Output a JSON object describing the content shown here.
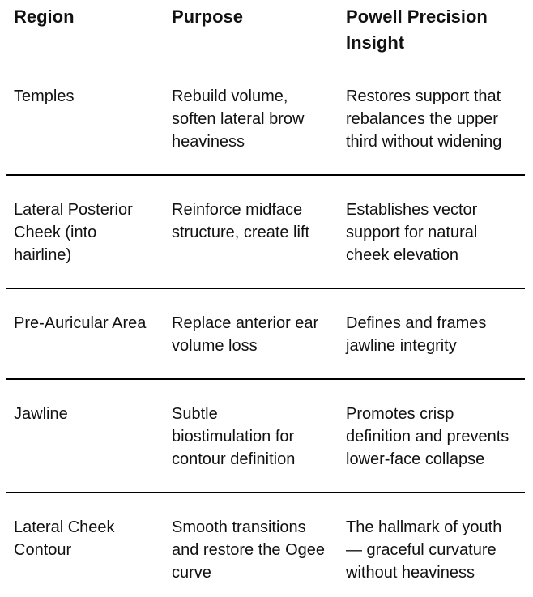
{
  "table": {
    "colors": {
      "text": "#111111",
      "rule": "#000000",
      "background": "#ffffff"
    },
    "columns": [
      {
        "label": [
          "Region"
        ]
      },
      {
        "label": [
          "Purpose"
        ]
      },
      {
        "label": [
          "Powell Precision",
          "Insight"
        ]
      }
    ],
    "rows": [
      {
        "region": [
          "Temples"
        ],
        "purpose": [
          "Rebuild volume,",
          "soften lateral brow",
          "heaviness"
        ],
        "insight": [
          "Restores support that",
          "rebalances the upper",
          "third without widening"
        ]
      },
      {
        "region": [
          "Lateral Posterior",
          "Cheek (into",
          "hairline)"
        ],
        "purpose": [
          "Reinforce midface",
          "structure, create lift"
        ],
        "insight": [
          "Establishes vector",
          "support for natural",
          "cheek elevation"
        ]
      },
      {
        "region": [
          "Pre-Auricular Area"
        ],
        "purpose": [
          "Replace anterior ear",
          "volume loss"
        ],
        "insight": [
          "Defines and frames",
          "jawline integrity"
        ]
      },
      {
        "region": [
          "Jawline"
        ],
        "purpose": [
          "Subtle",
          "biostimulation for",
          "contour definition"
        ],
        "insight": [
          "Promotes crisp",
          "definition and prevents",
          "lower-face collapse"
        ]
      },
      {
        "region": [
          "Lateral Cheek",
          "Contour"
        ],
        "purpose": [
          "Smooth transitions",
          "and restore the Ogee",
          "curve"
        ],
        "insight": [
          "The hallmark of youth",
          "— graceful curvature",
          "without heaviness"
        ]
      }
    ]
  }
}
